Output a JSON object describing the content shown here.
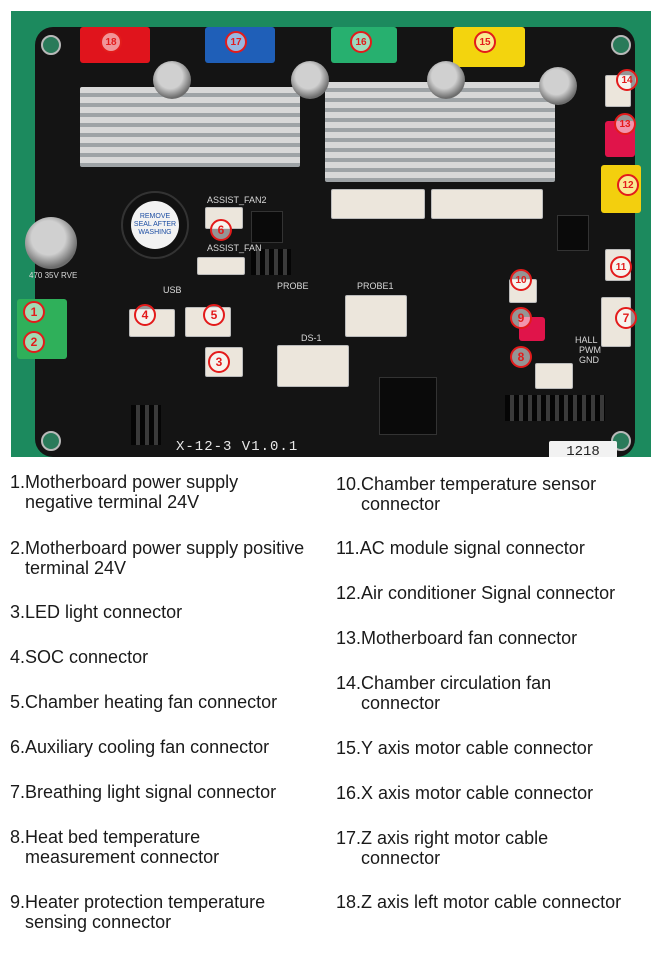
{
  "board": {
    "label": "X-12-3 V1.0.1",
    "id_sticker": "1218",
    "silkscreen": {
      "assist_fan2": "ASSIST_FAN2",
      "assist_fan": "ASSIST_FAN",
      "usb": "USB",
      "probe": "PROBE",
      "probe1": "PROBE1",
      "ds1": "DS-1",
      "hall": "HALL",
      "pwm": "PWM",
      "gnd": "GND"
    },
    "buzzer_text": "REMOVE SEAL AFTER WASHING",
    "cap_text": "470 35V RVE"
  },
  "markers": [
    "1",
    "2",
    "3",
    "4",
    "5",
    "6",
    "7",
    "8",
    "9",
    "10",
    "11",
    "12",
    "13",
    "14",
    "15",
    "16",
    "17",
    "18"
  ],
  "legend": {
    "left": [
      {
        "num": "1.",
        "text": "Motherboard power supply negative terminal 24V"
      },
      {
        "num": "2.",
        "text": "Motherboard power supply positive terminal 24V"
      },
      {
        "num": "3.",
        "text": "LED light connector"
      },
      {
        "num": "4.",
        "text": "SOC connector"
      },
      {
        "num": "5.",
        "text": "Chamber heating fan connector"
      },
      {
        "num": "6.",
        "text": "Auxiliary cooling fan connector"
      },
      {
        "num": "7.",
        "text": "Breathing light signal connector"
      },
      {
        "num": "8.",
        "text": "Heat bed temperature measurement connector"
      },
      {
        "num": "9.",
        "text": "Heater protection temperature sensing connector"
      }
    ],
    "right": [
      {
        "num": "10.",
        "text": "Chamber temperature sensor connector"
      },
      {
        "num": "11.",
        "text": "AC module signal connector"
      },
      {
        "num": "12.",
        "text": "Air conditioner Signal connector"
      },
      {
        "num": "13.",
        "text": "Motherboard fan connector"
      },
      {
        "num": "14.",
        "text": "Chamber circulation fan connector"
      },
      {
        "num": "15.",
        "text": "Y axis motor cable connector"
      },
      {
        "num": "16.",
        "text": "X axis motor cable connector"
      },
      {
        "num": "17.",
        "text": "Z axis right motor cable connector"
      },
      {
        "num": "18.",
        "text": "Z axis left motor cable connector"
      }
    ]
  }
}
